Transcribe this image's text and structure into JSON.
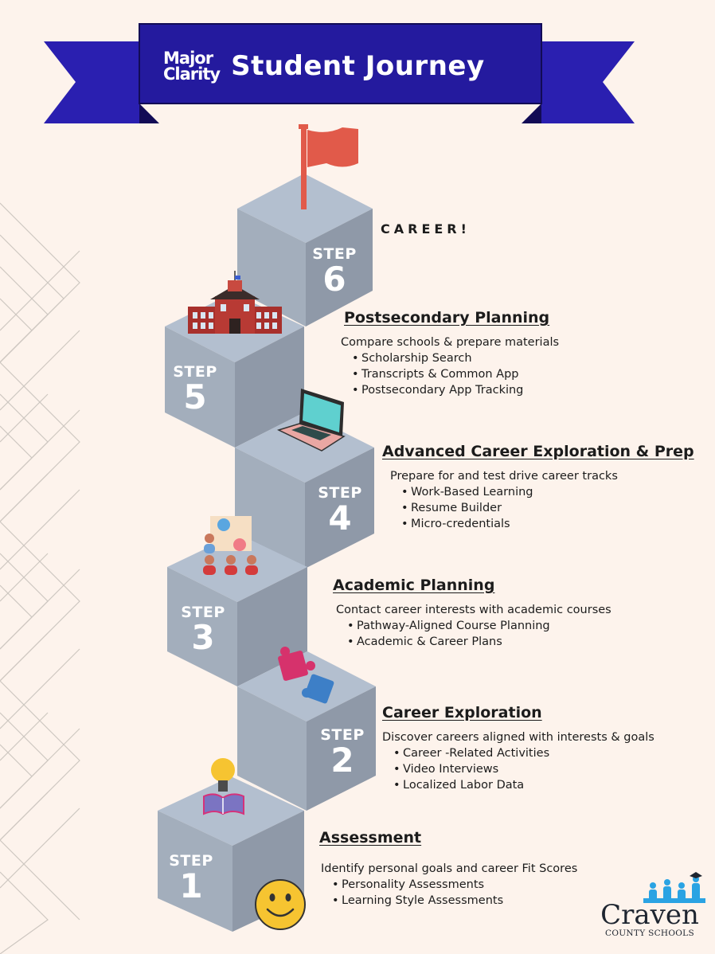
{
  "header": {
    "brand_line1": "Major",
    "brand_line2": "Clarity",
    "title": "Student Journey"
  },
  "colors": {
    "banner": "#241a9e",
    "banner_dark": "#17106b",
    "cube_top": "#b3bfcf",
    "cube_left": "#a3aebc",
    "cube_right": "#8f99a8",
    "flag": "#e15a4a",
    "background": "#fdf3ec"
  },
  "steps": [
    {
      "word": "STEP",
      "number": "1",
      "title": "Assessment",
      "description": "Identify personal goals and career Fit Scores",
      "items": [
        "Personality Assessments",
        "Learning Style Assessments"
      ],
      "icon": "smiley-icon"
    },
    {
      "word": "STEP",
      "number": "2",
      "title": "Career Exploration",
      "description": "Discover careers aligned with interests & goals",
      "items": [
        "Career -Related Activities",
        "Video Interviews",
        "Localized Labor Data"
      ],
      "icon": "lightbulb-book-icon"
    },
    {
      "word": "STEP",
      "number": "3",
      "title": "Academic Planning",
      "description": "Contact career interests with academic courses",
      "items": [
        "Pathway-Aligned Course Planning",
        "Academic & Career Plans"
      ],
      "icon": "puzzle-icon"
    },
    {
      "word": "STEP",
      "number": "4",
      "title": "Advanced Career Exploration & Prep",
      "description": "Prepare for and test drive career tracks",
      "items": [
        "Work-Based Learning",
        "Resume Builder",
        "Micro-credentials"
      ],
      "icon": "presentation-icon"
    },
    {
      "word": "STEP",
      "number": "5",
      "title": "Postsecondary Planning",
      "description": "Compare schools & prepare materials",
      "items": [
        "Scholarship Search",
        "Transcripts & Common App",
        "Postsecondary App Tracking"
      ],
      "icon": "laptop-icon"
    },
    {
      "word": "STEP",
      "number": "6",
      "title": "CAREER!",
      "icon": "school-building-icon"
    }
  ],
  "footer": {
    "logo_line1": "Craven",
    "logo_line2": "COUNTY SCHOOLS"
  }
}
